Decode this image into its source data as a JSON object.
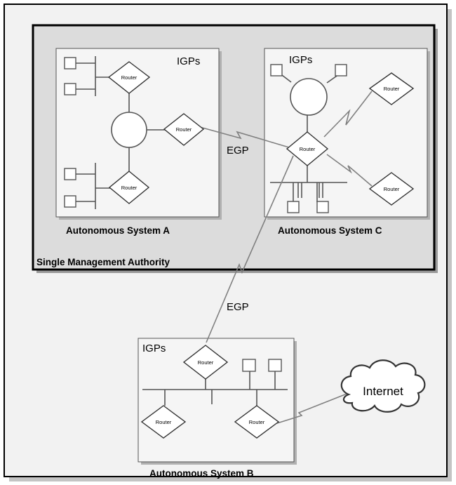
{
  "labels": {
    "as_a": "Autonomous System A",
    "as_b": "Autonomous System B",
    "as_c": "Autonomous System C",
    "authority": "Single Management Authority",
    "igp_a": "IGPs",
    "igp_b": "IGPs",
    "igp_c": "IGPs",
    "egp_top": "EGP",
    "egp_bottom": "EGP",
    "internet": "Internet"
  },
  "routers": {
    "a_top": "Router",
    "a_right": "Router",
    "a_bottom": "Router",
    "c_center": "Router",
    "c_right_top": "Router",
    "c_right_bottom": "Router",
    "b_top": "Router",
    "b_left": "Router",
    "b_right": "Router"
  },
  "colors": {
    "frame": "#000000",
    "authority_fill": "#dcdcdc",
    "panel_fill": "#f2f2f2",
    "shadow": "#b5b5b5",
    "link_gray": "#808080"
  }
}
